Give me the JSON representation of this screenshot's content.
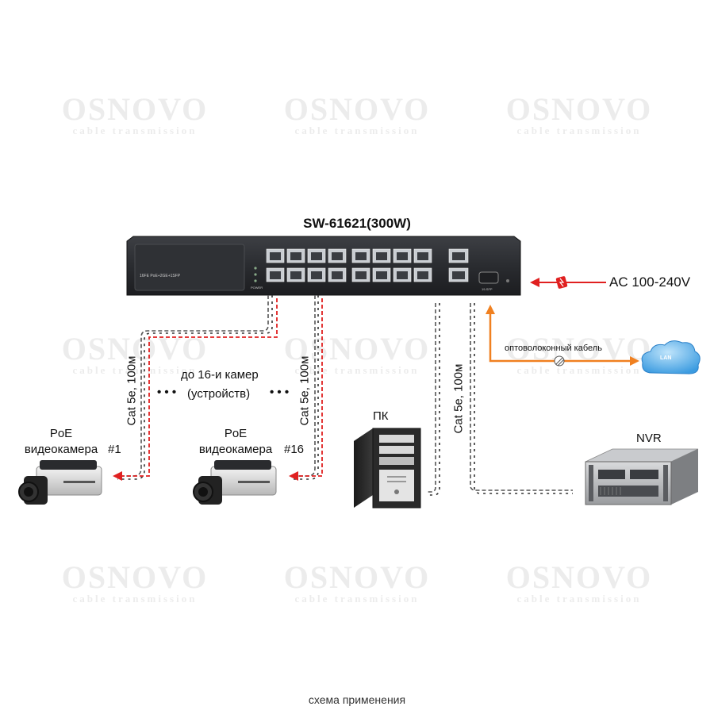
{
  "title": "SW-61621(300W)",
  "switch": {
    "front_label": "16FE PoE+2GE+1SFP",
    "power_label": "POWER",
    "sfp_label": "19-SFP"
  },
  "power": {
    "label": "AC 100-240V"
  },
  "fiber": {
    "label": "оптоволоконный кабель"
  },
  "lan": {
    "label": "LAN"
  },
  "cable_left": {
    "label": "Cat 5e, 100м"
  },
  "cable_mid": {
    "label": "Cat 5e, 100м"
  },
  "cable_right": {
    "label": "Cat 5e, 100м"
  },
  "cameras_note": {
    "line1": "до 16-и камер",
    "line2": "(устройств)",
    "dots": "• • •"
  },
  "camera1": {
    "line1": "PoE",
    "line2": "видеокамера",
    "num": "#1"
  },
  "camera16": {
    "line1": "PoE",
    "line2": "видеокамера",
    "num": "#16"
  },
  "pc": {
    "label": "ПК"
  },
  "nvr": {
    "label": "NVR"
  },
  "watermark": {
    "brand": "OSNOVO",
    "tagline": "cable transmission"
  },
  "caption": "схема применения",
  "colors": {
    "poe_line": "#e02020",
    "fiber_line": "#f08020",
    "power_arrow": "#e02020",
    "watermark": "#ececec"
  }
}
